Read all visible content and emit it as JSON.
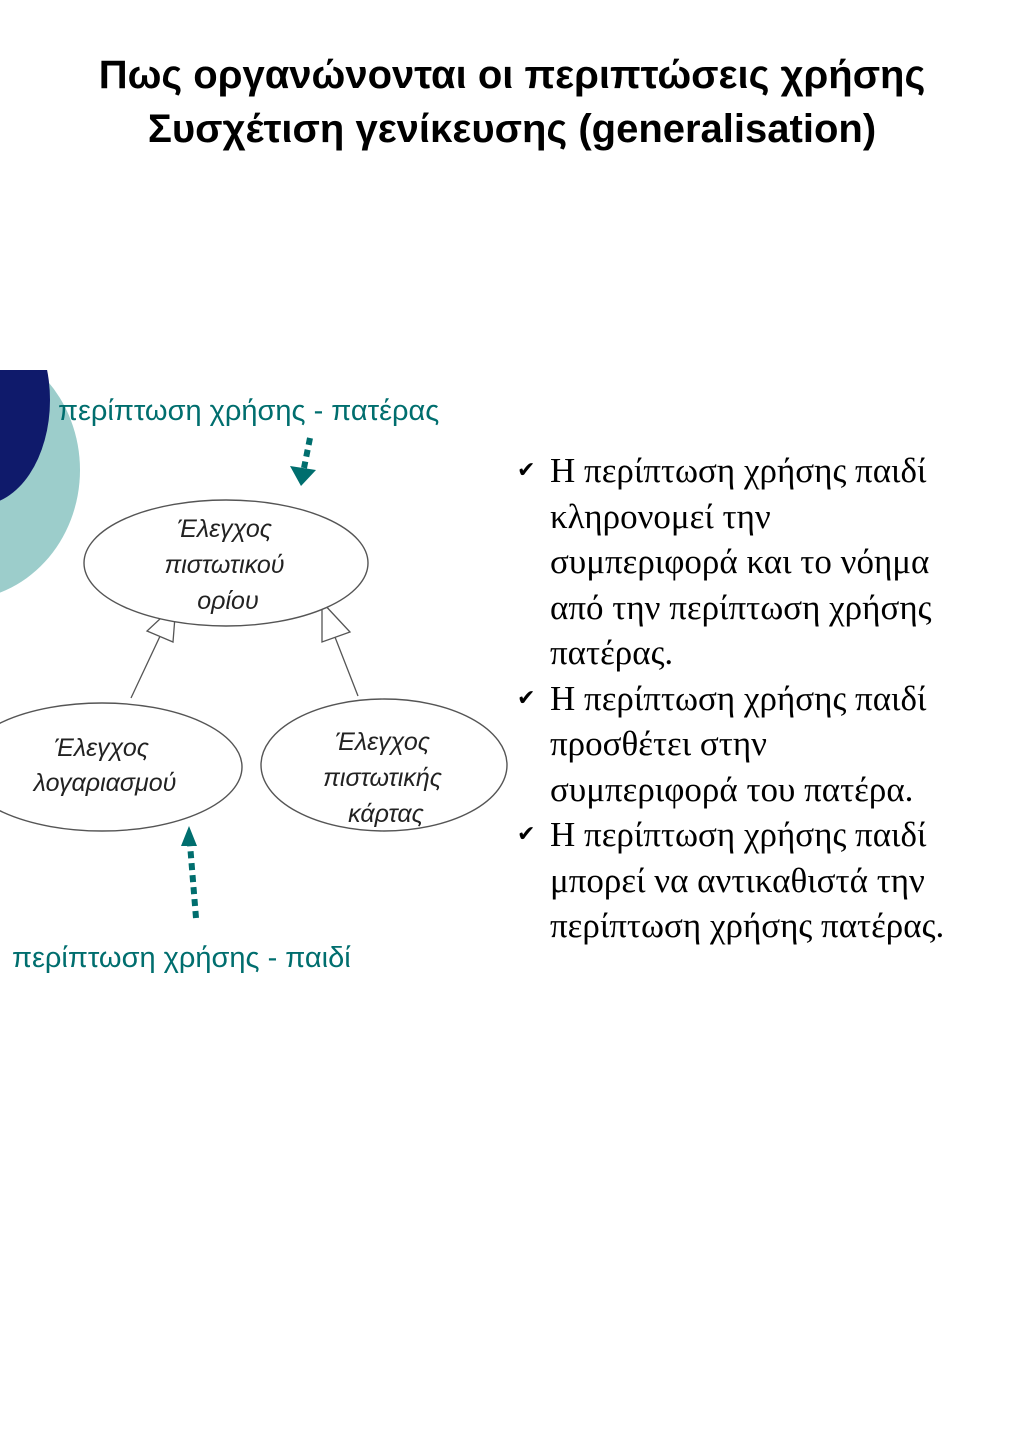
{
  "title": {
    "line1": "Πως οργανώνονται οι περιπτώσεις χρήσης",
    "line2": "Συσχέτιση γενίκευσης (generalisation)"
  },
  "diagram": {
    "parent_callout": "περίπτωση χρήσης - πατέρας",
    "child_callout": "περίπτωση χρήσης - παιδί",
    "parent_use_case": [
      "Έλεγχος",
      "πιστωτικού",
      "ορίου"
    ],
    "child_use_case_left": [
      "Έλεγχος",
      "λογαριασμού"
    ],
    "child_use_case_right": [
      "Έλεγχος",
      "πιστωτικής",
      "κάρτας"
    ],
    "callout_color": "#006E6E",
    "deco_dark_color": "#0F1A6B",
    "deco_light_color": "#9CCDCB"
  },
  "bullets": [
    {
      "icon": "checkmark-icon",
      "lines": [
        "Η περίπτωση χρήσης παιδί",
        "κληρονομεί την",
        "συμπεριφορά και το νόημα",
        "από την περίπτωση χρήσης",
        "πατέρας."
      ]
    },
    {
      "icon": "checkmark-icon",
      "lines": [
        "Η περίπτωση χρήσης παιδί",
        "προσθέτει στην",
        "συμπεριφορά του πατέρα."
      ]
    },
    {
      "icon": "checkmark-icon",
      "lines": [
        "Η περίπτωση χρήσης παιδί",
        "μπορεί να αντικαθιστά την",
        "περίπτωση χρήσης πατέρας."
      ]
    }
  ]
}
